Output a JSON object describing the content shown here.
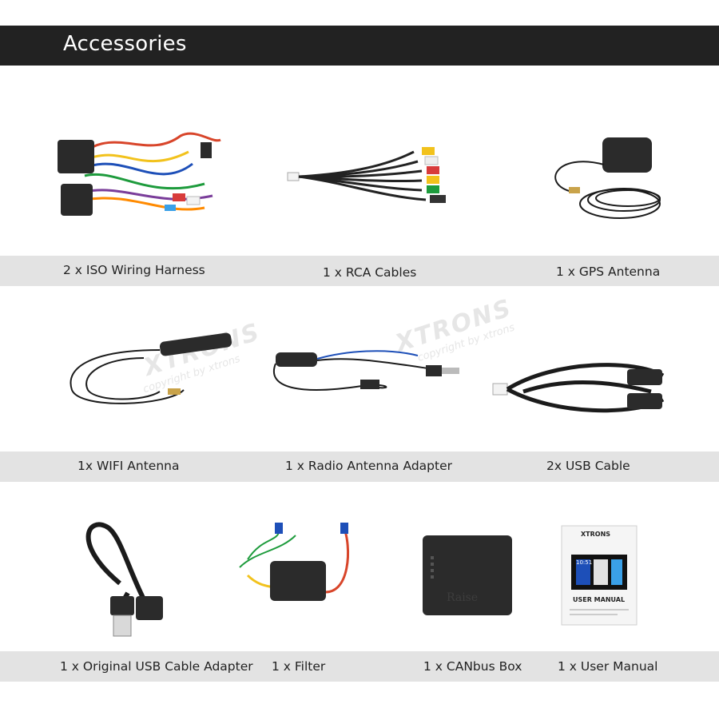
{
  "header": {
    "title": "Accessories"
  },
  "watermarks": [
    {
      "logo": "XTRONS",
      "copy": "copyright by xtrons"
    },
    {
      "logo": "XTRONS",
      "copy": "copyright by xtrons"
    }
  ],
  "rows": [
    {
      "items": [
        {
          "label": "2 x ISO Wiring Harness",
          "icon": "wiring-harness-icon"
        },
        {
          "label": "1 x RCA Cables",
          "icon": "rca-cables-icon"
        },
        {
          "label": "1 x GPS Antenna",
          "icon": "gps-antenna-icon"
        }
      ]
    },
    {
      "items": [
        {
          "label": "1x WIFI Antenna",
          "icon": "wifi-antenna-icon"
        },
        {
          "label": "1 x Radio Antenna Adapter",
          "icon": "radio-antenna-adapter-icon"
        },
        {
          "label": "2x USB Cable",
          "icon": "usb-cable-icon"
        }
      ]
    },
    {
      "items": [
        {
          "label": "1 x Original USB Cable Adapter",
          "icon": "usb-adapter-icon"
        },
        {
          "label": "1 x Filter",
          "icon": "filter-icon"
        },
        {
          "label": "1 x CANbus Box",
          "icon": "canbus-box-icon"
        },
        {
          "label": "1 x User Manual",
          "icon": "user-manual-icon"
        }
      ]
    }
  ],
  "canbus_box_text": "Raise",
  "manual": {
    "brand": "XTRONS",
    "title": "USER MANUAL",
    "clock": "10:51"
  }
}
